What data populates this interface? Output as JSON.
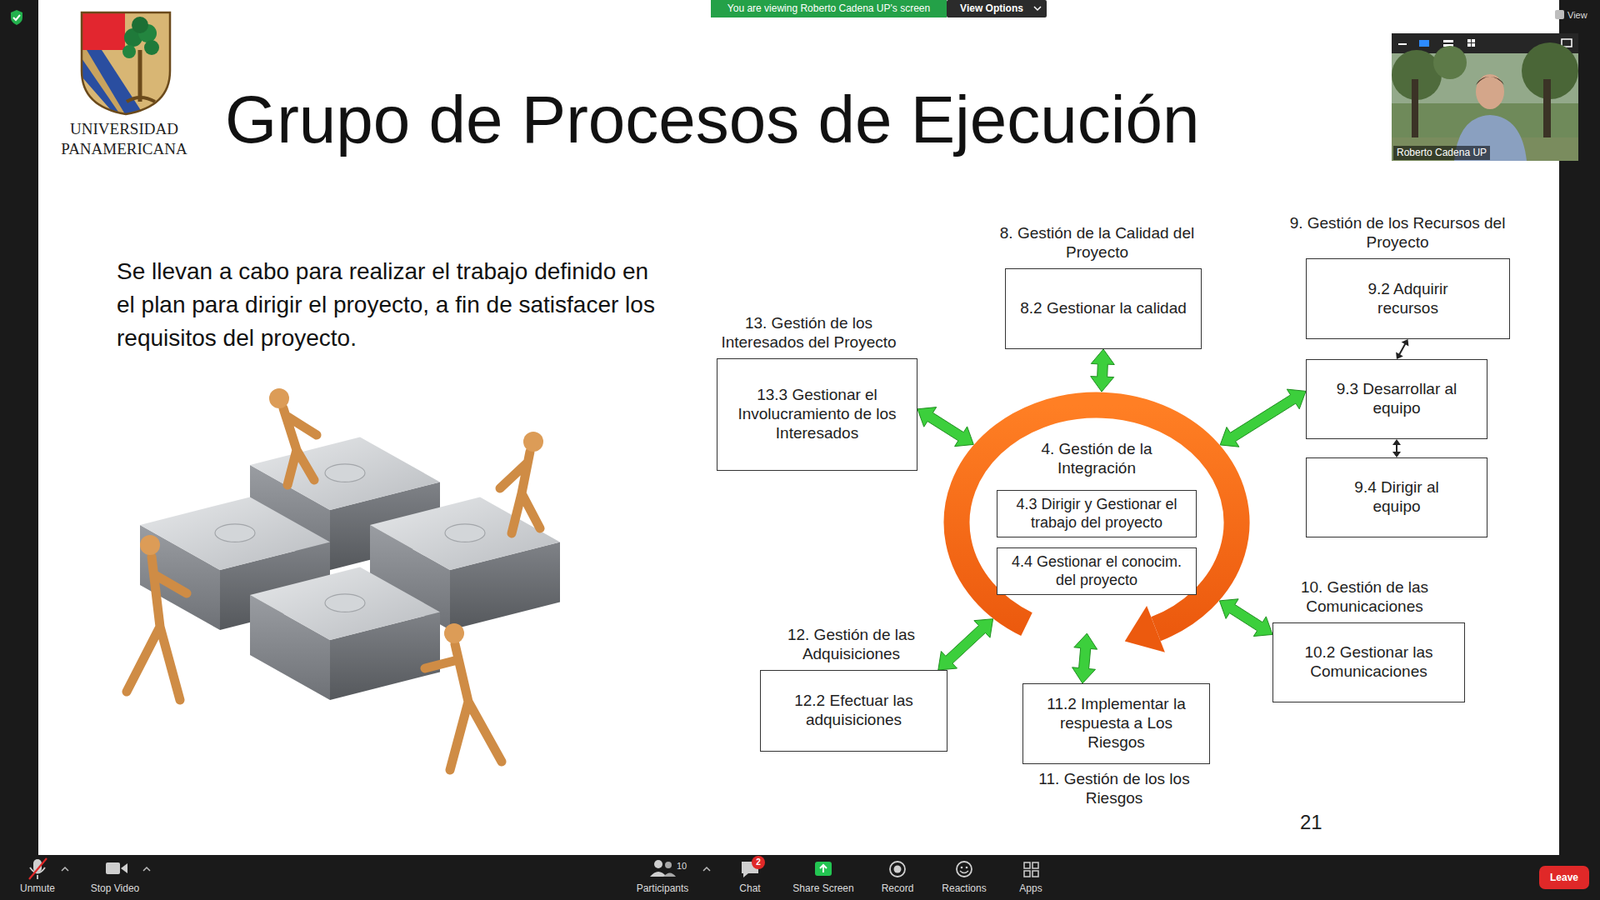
{
  "diagram": {
    "title": "Grupo de Procesos de Ejecución",
    "nodes": [
      {
        "text": [
          "8. Gestión de la Calidad del Proyecto",
          "8.2 Gestionar la calidad"
        ]
      },
      {
        "text": [
          "9. Gestión de los Recursos del Proyecto",
          "9.2 Adquirir recursos"
        ]
      },
      {
        "text": [
          "13. Gestión de los Interesados del Proyecto",
          "13.3 Gestionar el Involucramiento de los Interesados"
        ]
      },
      {
        "text": [
          "4. Gestión de la Integración"
        ]
      },
      {
        "text": [
          "4.3 Dirigir y Gestionar el trabajo del proyecto"
        ],
        "in": 3
      },
      {
        "text": [
          "4.4 Gestionar el conocim. del proyecto"
        ],
        "in": 3
      },
      {
        "text": [
          "9.3 Desarrollar al equipo"
        ]
      },
      {
        "text": [
          "9.4 Dirigir al equipo"
        ]
      },
      {
        "text": [
          "10. Gestión de las Comunicaciones",
          "10.2 Gestionar las Comunicaciones"
        ]
      },
      {
        "text": [
          "12. Gestión de las Adquisiciones",
          "12.2 Efectuar las adquisiciones"
        ]
      },
      {
        "text": [
          "11.2 Implementar la respuesta a Los Riesgos",
          "11. Gestión de los los Riesgos"
        ]
      }
    ],
    "edges": [
      {
        "from": 3,
        "to": 0,
        "arrow": "both"
      },
      {
        "from": 3,
        "to": 6,
        "arrow": "both"
      },
      {
        "from": 3,
        "to": 2,
        "arrow": "both"
      },
      {
        "from": 3,
        "to": 8,
        "arrow": "both"
      },
      {
        "from": 3,
        "to": 9,
        "arrow": "both"
      },
      {
        "from": 3,
        "to": 10,
        "arrow": "both"
      },
      {
        "from": 1,
        "to": 6,
        "arrow": "both"
      },
      {
        "from": 6,
        "to": 7,
        "arrow": "both"
      }
    ],
    "labels": [
      "UNIVERSIDAD PANAMERICANA",
      "Se llevan a cabo para realizar el trabajo definido en el plan para dirigir el proyecto, a fin de satisfacer los requisitos del proyecto.",
      "21",
      "You are viewing Roberto Cadena UP's screen",
      "View Options",
      "View",
      "Roberto Cadena UP",
      "Unmute",
      "Stop Video",
      "10",
      "Participants",
      "2",
      "Chat",
      "Share Screen",
      "Record",
      "Reactions",
      "Apps",
      "Leave"
    ]
  }
}
